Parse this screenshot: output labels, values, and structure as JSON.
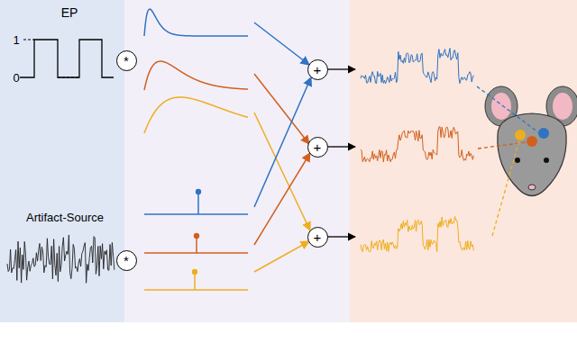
{
  "diagram": {
    "nodes": [
      {
        "text": [
          "*"
        ]
      },
      {
        "text": [
          "*"
        ]
      },
      {
        "text": [
          "+"
        ]
      },
      {
        "text": [
          "+"
        ]
      },
      {
        "text": [
          "+"
        ]
      }
    ],
    "labels": [
      "EP",
      "1",
      "0",
      "Artifact-Source"
    ]
  }
}
